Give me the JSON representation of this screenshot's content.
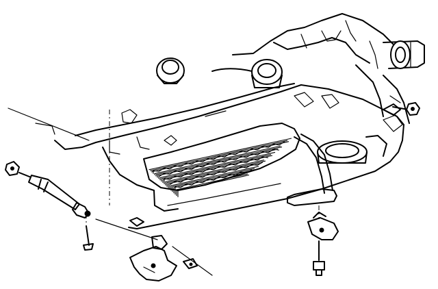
{
  "diagram": {
    "line_color": "#000000",
    "background_color": "#ffffff",
    "parts": [
      {
        "id": "transmission-case",
        "icon": "housing-outline"
      },
      {
        "id": "oil-pan",
        "icon": "pan-outline"
      },
      {
        "id": "valve-body",
        "icon": "hatched-area"
      },
      {
        "id": "filter-seal",
        "icon": "ring"
      },
      {
        "id": "oil-filter",
        "icon": "round-housing"
      },
      {
        "id": "linkage-rod",
        "icon": "rod"
      },
      {
        "id": "bracket-left",
        "icon": "bracket"
      },
      {
        "id": "bracket-right",
        "icon": "bracket"
      },
      {
        "id": "bolt-left",
        "icon": "bolt"
      },
      {
        "id": "bolt-right",
        "icon": "bolt"
      },
      {
        "id": "nut-left",
        "icon": "nut"
      },
      {
        "id": "nut-right",
        "icon": "nut"
      }
    ]
  }
}
